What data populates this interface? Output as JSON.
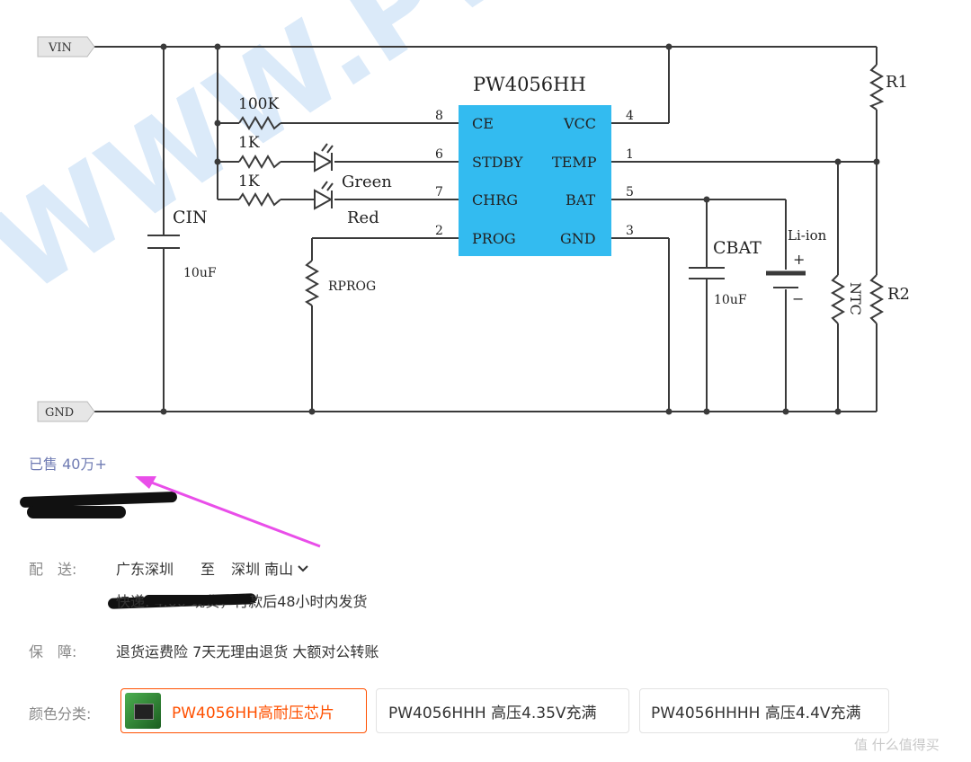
{
  "schematic": {
    "chip_name": "PW4056HH",
    "watermark": "WWW.PWCH",
    "rails": {
      "vin": "VIN",
      "gnd": "GND"
    },
    "left_pins": [
      {
        "num": "8",
        "name": "CE"
      },
      {
        "num": "6",
        "name": "STDBY"
      },
      {
        "num": "7",
        "name": "CHRG"
      },
      {
        "num": "2",
        "name": "PROG"
      }
    ],
    "right_pins": [
      {
        "num": "4",
        "name": "VCC"
      },
      {
        "num": "1",
        "name": "TEMP"
      },
      {
        "num": "5",
        "name": "BAT"
      },
      {
        "num": "3",
        "name": "GND"
      }
    ],
    "labels": {
      "r_ce": "100K",
      "r_stdby": "1K",
      "r_chrg": "1K",
      "led_green": "Green",
      "led_red": "Red",
      "cin": "CIN",
      "cin_val": "10uF",
      "rprog": "RPROG",
      "cbat": "CBAT",
      "cbat_val": "10uF",
      "battery": "Li-ion",
      "bat_plus": "+",
      "bat_minus": "−",
      "ntc": "NTC",
      "r1": "R1",
      "r2": "R2"
    },
    "colors": {
      "chip_fill": "#33bbf0",
      "wire": "#3a3a3a",
      "watermark": "#cfe3f7"
    }
  },
  "shop": {
    "sold": "已售 40万+",
    "delivery_label": "配　送:",
    "delivery_from": "广东深圳",
    "delivery_to_word": "至",
    "delivery_dest": "深圳 南山",
    "shipping_text": "快递: 4.00  现货，付款后48小时内发货",
    "guarantee_label": "保　障:",
    "guarantee_text": "退货运费险 7天无理由退货 大额对公转账",
    "variant_label": "颜色分类:",
    "variants": [
      {
        "label": "PW4056HH高耐压芯片",
        "selected": true
      },
      {
        "label": "PW4056HHH 高压4.35V充满",
        "selected": false
      },
      {
        "label": "PW4056HHHH 高压4.4V充满",
        "selected": false
      }
    ],
    "watermark_site": "值 什么值得买",
    "accent_color": "#ff5000",
    "arrow_color": "#e94ee9"
  }
}
